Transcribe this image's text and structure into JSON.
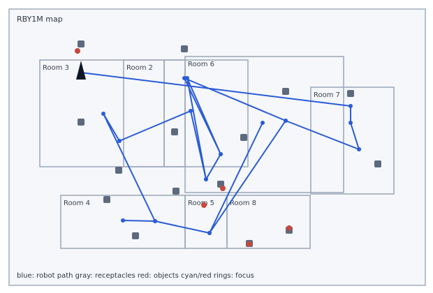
{
  "title": "RBY1M map",
  "legend": "blue: robot path  gray: receptacles  red: objects  cyan/red rings: focus",
  "colors": {
    "room_stroke": "#9aa6b8",
    "path": "#2a5bd7",
    "receptacle": "#5d6a7e",
    "object": "#c8473c",
    "robot": "#0f1726"
  },
  "rooms": [
    {
      "name": "Room 3"
    },
    {
      "name": "Room 2"
    },
    {
      "name": "Room 6"
    },
    {
      "name": "Room 7"
    },
    {
      "name": "Room 4"
    },
    {
      "name": "Room 5"
    },
    {
      "name": "Room 8"
    }
  ]
}
